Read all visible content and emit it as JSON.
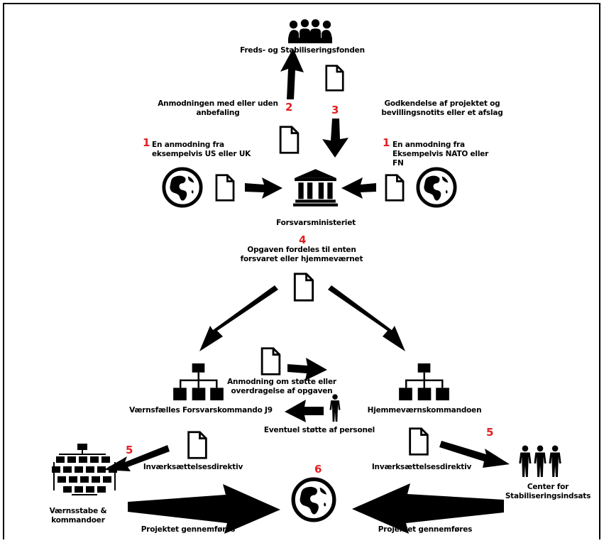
{
  "colors": {
    "accent_numbers": "#e02020",
    "ink": "#000000",
    "border": "#000000"
  },
  "nodes": {
    "fund": "Freds- og Stabiliseringsfonden",
    "ministry": "Forsvarsministeriet",
    "vfk": "Værnsfælles Forsvarskommando J9",
    "hjv": "Hjemmeværnskommandoen",
    "staffs": "Værnsstabe & kommandoer",
    "csi": "Center for Stabiliseringsindsats"
  },
  "labels": {
    "request_us_uk": "En anmodning fra eksempelvis US eller UK",
    "request_nato_fn": "En anmodning fra Eksempelvis NATO eller FN",
    "recommendation": "Anmodningen med eller uden anbefaling",
    "approval": "Godkendelse af projektet og bevillingsnotits eller et afslag",
    "distribution": "Opgaven fordeles til enten forsvaret eller hjemmeværnet",
    "support_request": "Anmodning om støtte eller overdragelse af opgaven",
    "personnel_support": "Eventuel støtte af personel",
    "directive_left": "Inværksættelsesdirektiv",
    "directive_right": "Inværksættelsesdirektiv",
    "executed_left": "Projektet gennemføres",
    "executed_right": "Projektet gennemføres"
  },
  "steps": {
    "s1_left": "1",
    "s1_right": "1",
    "s2": "2",
    "s3": "3",
    "s4": "4",
    "s5_left": "5",
    "s5_right": "5",
    "s6": "6"
  },
  "icons": [
    "people-group-icon",
    "globe-icon",
    "document-icon",
    "ministry-building-icon",
    "org-chart-icon",
    "person-icon",
    "three-people-icon",
    "arrow-icon"
  ]
}
